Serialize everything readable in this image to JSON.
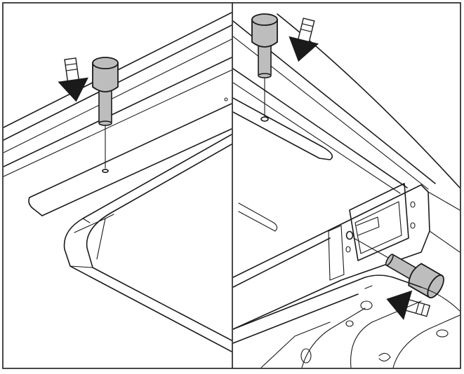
{
  "figure": {
    "panels": [
      {
        "name": "left-panel",
        "pins": 1,
        "arrows": 1
      },
      {
        "name": "right-panel",
        "pins": 2,
        "arrows": 2
      }
    ],
    "colors": {
      "line": "#1a1a1a",
      "pin_fill": "#bdbdbd",
      "background": "#ffffff"
    },
    "icons": [
      "down-arrow-icon",
      "left-arrow-icon",
      "locating-pin-icon"
    ]
  }
}
